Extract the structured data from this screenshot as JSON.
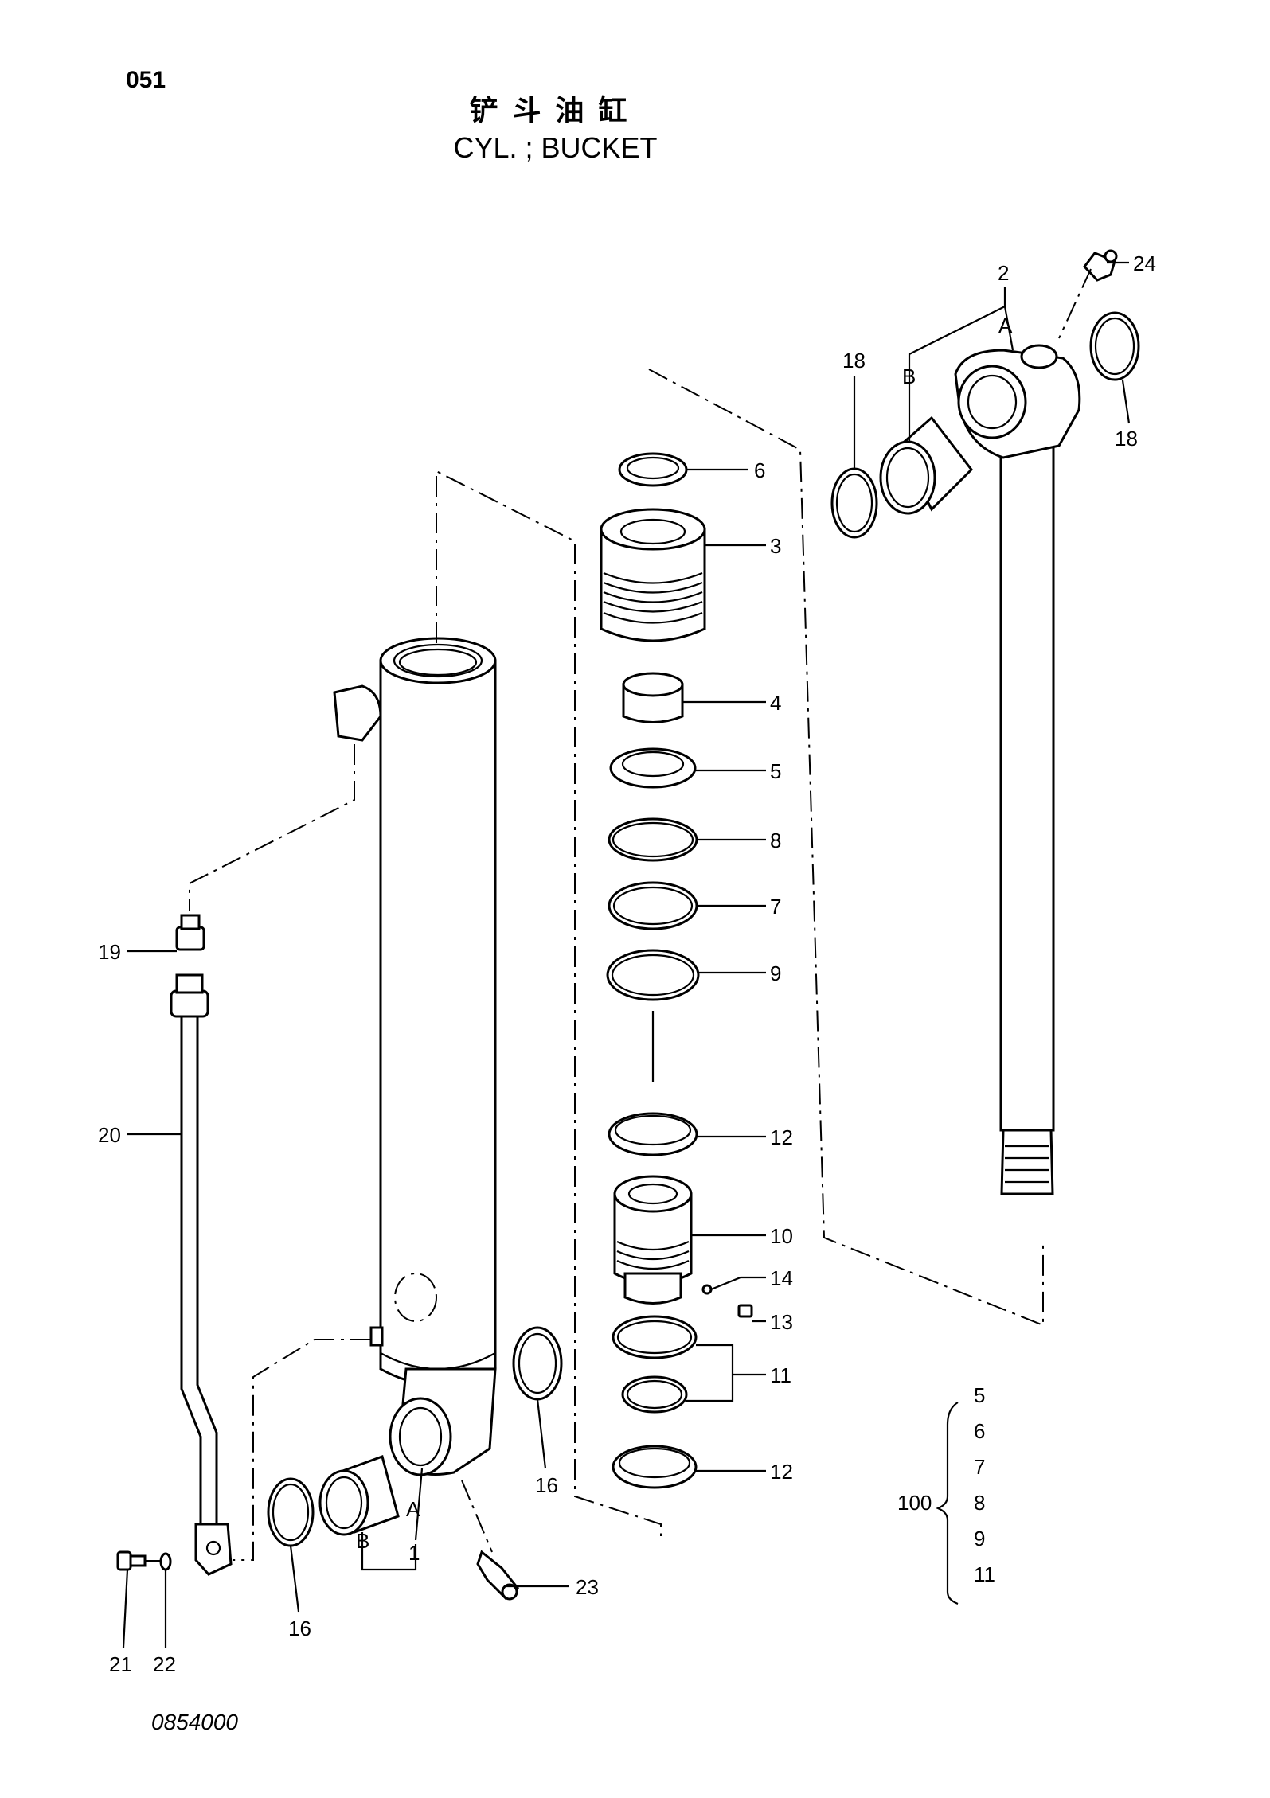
{
  "header": {
    "page_code": "051",
    "title_cn": "铲斗油缸",
    "title_en": "CYL. ; BUCKET"
  },
  "footer": {
    "drawing_number": "0854000"
  },
  "callouts": {
    "p1": "1",
    "p2": "2",
    "p3": "3",
    "p4": "4",
    "p5": "5",
    "p6": "6",
    "p7": "7",
    "p8": "8",
    "p9": "9",
    "p10": "10",
    "p11": "11",
    "p12a": "12",
    "p12b": "12",
    "p13": "13",
    "p14": "14",
    "p16a": "16",
    "p16b": "16",
    "p18a": "18",
    "p18b": "18",
    "p19": "19",
    "p20": "20",
    "p21": "21",
    "p22": "22",
    "p23": "23",
    "p24": "24",
    "a_bottom": "A",
    "b_bottom": "B",
    "a_top": "A",
    "b_top": "B"
  },
  "kit": {
    "number": "100",
    "items": [
      "5",
      "6",
      "7",
      "8",
      "9",
      "11"
    ]
  }
}
